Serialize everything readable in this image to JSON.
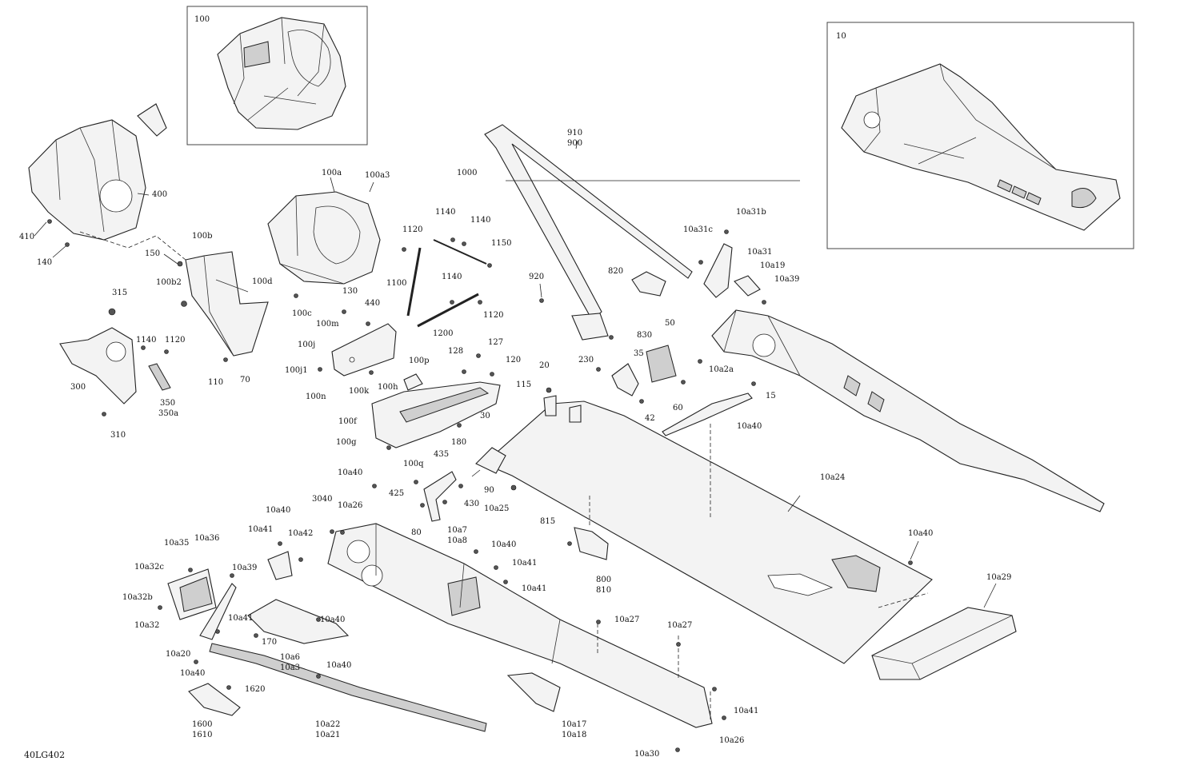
{
  "diagram_code": "40LG402",
  "insets": {
    "inset_100": "100",
    "inset_10": "10"
  },
  "callouts": {
    "c_400": "400",
    "c_410": "410",
    "c_140": "140",
    "c_150": "150",
    "c_100b": "100b",
    "c_100b2": "100b2",
    "c_100d": "100d",
    "c_100c": "100c",
    "c_100a": "100a",
    "c_100a3": "100a3",
    "c_315": "315",
    "c_1140a": "1140",
    "c_1120a": "1120",
    "c_300": "300",
    "c_350": "350",
    "c_350a": "350a",
    "c_310": "310",
    "c_110": "110",
    "c_70": "70",
    "c_130": "130",
    "c_440": "440",
    "c_100m": "100m",
    "c_100j": "100j",
    "c_100j1": "100j1",
    "c_100n": "100n",
    "c_100k": "100k",
    "c_1140b": "1140",
    "c_1140c": "1140",
    "c_1120b": "1120",
    "c_1150": "1150",
    "c_1100": "1100",
    "c_1140d": "1140",
    "c_1120c": "1120",
    "c_1200": "1200",
    "c_1000": "1000",
    "c_910": "910",
    "c_900": "900",
    "c_920": "920",
    "c_820": "820",
    "c_830": "830",
    "c_127": "127",
    "c_128": "128",
    "c_120": "120",
    "c_100p": "100p",
    "c_115": "115",
    "c_100h": "100h",
    "c_100f": "100f",
    "c_100g": "100g",
    "c_180": "180",
    "c_100q": "100q",
    "c_20": "20",
    "c_30": "30",
    "c_435": "435",
    "c_425": "425",
    "c_90": "90",
    "c_430": "430",
    "c_10a25": "10a25",
    "c_80": "80",
    "c_10a7": "10a7",
    "c_10a8": "10a8",
    "c_230": "230",
    "c_35": "35",
    "c_50": "50",
    "c_42": "42",
    "c_60": "60",
    "c_10a31c": "10a31c",
    "c_10a31b": "10a31b",
    "c_10a31": "10a31",
    "c_10a19": "10a19",
    "c_10a39a": "10a39",
    "c_10a2a": "10a2a",
    "c_15": "15",
    "c_10a40a": "10a40",
    "c_10a24": "10a24",
    "c_815": "815",
    "c_800": "800",
    "c_810": "810",
    "c_10a40b": "10a40",
    "c_10a40c": "10a40",
    "c_3040": "3040",
    "c_10a26a": "10a26",
    "c_10a41a": "10a41",
    "c_10a42": "10a42",
    "c_10a35": "10a35",
    "c_10a36": "10a36",
    "c_10a32c": "10a32c",
    "c_10a39b": "10a39",
    "c_10a32b": "10a32b",
    "c_10a32": "10a32",
    "c_10a40d": "10a40",
    "c_10a41b": "10a41",
    "c_10a41c": "10a41",
    "c_10a41d": "10a41",
    "c_10a40e": "10a40",
    "c_10a20": "10a20",
    "c_10a40f": "10a40",
    "c_170": "170",
    "c_10a6": "10a6",
    "c_10a3": "10a3",
    "c_10a40g": "10a40",
    "c_1620": "1620",
    "c_1600": "1600",
    "c_1610": "1610",
    "c_10a22": "10a22",
    "c_10a21": "10a21",
    "c_10a27a": "10a27",
    "c_10a27b": "10a27",
    "c_10a17": "10a17",
    "c_10a18": "10a18",
    "c_10a41e": "10a41",
    "c_10a26b": "10a26",
    "c_10a30": "10a30",
    "c_10a40h": "10a40",
    "c_10a29": "10a29"
  }
}
